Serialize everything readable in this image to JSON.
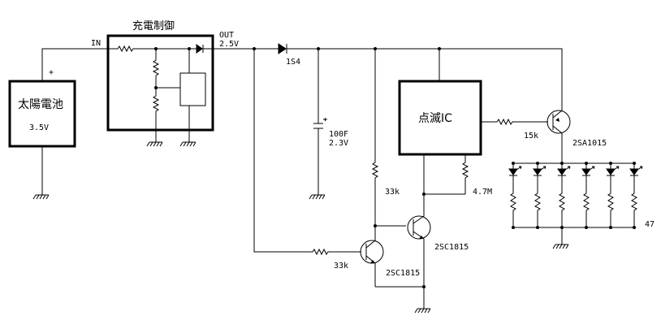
{
  "diagram": {
    "charge_control_title": "充電制御",
    "solar_cell_title": "太陽電池",
    "solar_cell_voltage": "3.5V",
    "solar_cell_plus": "+",
    "in_label": "IN",
    "out_label": "OUT",
    "out_voltage": "2.5V",
    "diode_label": "1S4",
    "cap_value": "100F",
    "cap_voltage": "2.3V",
    "blink_ic_label": "点滅IC",
    "r_base_pnp": "15k",
    "pnp_part": "2SA1015",
    "r_pullup": "33k",
    "r_ic": "4.7M",
    "npn2_part": "2SC1815",
    "r_base_npn1": "33k",
    "npn1_part": "2SC1815",
    "led_resistor": "47"
  }
}
